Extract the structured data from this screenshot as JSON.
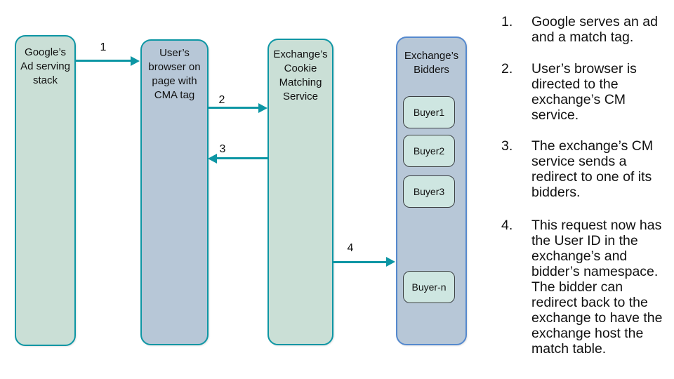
{
  "diagram": {
    "nodes": [
      {
        "id": "google-ad-serving-stack",
        "label": "Google’s\nAd serving\nstack"
      },
      {
        "id": "users-browser",
        "label": "User’s\nbrowser on\npage with\nCMA tag"
      },
      {
        "id": "cookie-matching-service",
        "label": "Exchange’s\nCookie\nMatching\nService"
      },
      {
        "id": "exchange-bidders",
        "label": "Exchange’s\nBidders"
      }
    ],
    "buyers": [
      "Buyer1",
      "Buyer2",
      "Buyer3",
      "Buyer-n"
    ],
    "arrows": [
      {
        "label": "1",
        "from": "google-ad-serving-stack",
        "to": "users-browser",
        "direction": "right"
      },
      {
        "label": "2",
        "from": "users-browser",
        "to": "cookie-matching-service",
        "direction": "right"
      },
      {
        "label": "3",
        "from": "cookie-matching-service",
        "to": "users-browser",
        "direction": "left"
      },
      {
        "label": "4",
        "from": "cookie-matching-service",
        "to": "exchange-bidders",
        "direction": "right"
      }
    ],
    "colors": {
      "teal_border_arrow": "#0d96a4",
      "green_fill": "#cadfd6",
      "blue_fill": "#b7c7d7",
      "blue_border": "#5589ce",
      "buyer_fill": "#cee6e1",
      "buyer_border": "#3c4043",
      "text": "#111111",
      "background": "#ffffff"
    }
  },
  "steps": [
    {
      "number": "1.",
      "text": "Google serves an ad\nand a match tag."
    },
    {
      "number": "2.",
      "text": "User’s browser is\ndirected to the\nexchange’s CM\nservice."
    },
    {
      "number": "3.",
      "text": "The exchange’s CM\nservice sends a\nredirect to one of its\nbidders."
    },
    {
      "number": "4.",
      "text": "This request now has\nthe User ID in the\nexchange’s and\nbidder’s namespace.\nThe bidder can\nredirect back to the\nexchange to have the\nexchange host the\nmatch table."
    }
  ]
}
